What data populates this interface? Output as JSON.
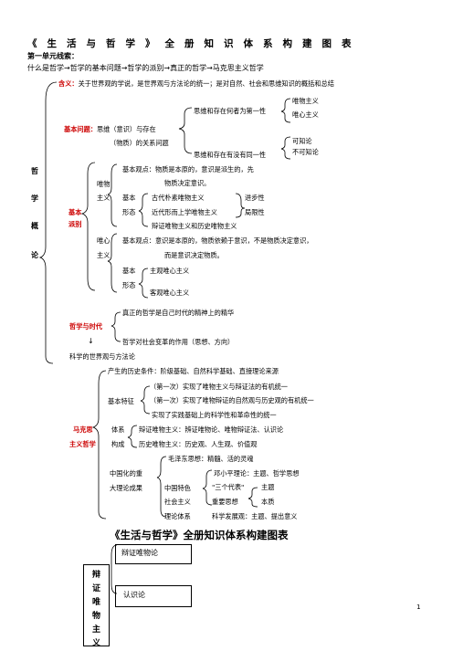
{
  "title": "《生活与哲学》全册知识体系构建图表",
  "unit_heading": "第一单元线索：",
  "clue": "什么是哲学→哲学的基本问题→哲学的派别→真正的哲学→马克思主义哲学",
  "definition_prefix": "含义：",
  "definition_text": "关于世界观的学说，是世界观与方法论的统一；是对自然、社会和思维知识的概括和总结",
  "basic_question_label": "基本问题：",
  "basic_question_text1": "思维（意识）与存在",
  "basic_question_text2": "（物质）的关系问题",
  "q_first": "思维和存在何者为第一性",
  "materialism": "唯物主义",
  "idealism": "唯心主义",
  "q_identity": "思维和存在有没有同一性",
  "knowable": "可知论",
  "unknowable": "不可知论",
  "overview_vertical": [
    "哲",
    "学",
    "概",
    "论"
  ],
  "basic_factions1": "基本",
  "basic_factions2": "派别",
  "materialism_short1": "唯物",
  "materialism_short2": "主义",
  "mat_basic_view": "基本观点：物质是本原的，意识是派生的，先",
  "mat_basic_view_cont": "物质决定意识。",
  "basic_form_label1": "基本",
  "basic_form_label2": "形态",
  "ancient_mat": "古代朴素唯物主义",
  "metaphysical_mat": "近代形而上学唯物主义",
  "dialectical_mat": "辩证唯物主义和历史唯物主义",
  "progressive": "进步性",
  "limitation": "局限性",
  "idealism_short1": "唯心",
  "idealism_short2": "主义",
  "ideal_basic_view": "基本观点：意识是本原的，物质依赖于意识，不是物质决定意识，",
  "ideal_basic_view_cont": "而是意识决定物质。",
  "ideal_form_label1": "基本",
  "ideal_form_label2": "形态",
  "subjective_ideal": "主观唯心主义",
  "objective_ideal": "客观唯心主义",
  "phil_and_era": "哲学与时代",
  "true_phil": "真正的哲学是自己时代的精神上的精华",
  "arrow_down": "↓",
  "phil_social": "哲学对社会变革的作用（思想、方向）",
  "scientific_view": "科学的世界观与方法论",
  "historical_condition": "产生的历史条件：阶级基础、自然科学基础、直接理论来源",
  "basic_features": "基本特征",
  "feature1": "（第一次）实现了唯物主义与辩证法的有机统一",
  "feature2": "（第一次）实现了唯物辩证的自然观与历史观的有机统一",
  "feature3": "实现了实践基础上的科学性和革命性的统一",
  "marxism1": "马克思",
  "marxism2": "主义哲学",
  "system_label1": "体系",
  "system_label2": "构成",
  "system1": "辩证唯物主义：辨证唯物论、唯物辩证法、认识论",
  "system2": "历史唯物主义：历史观、人生观、价值观",
  "mao_thought": "毛泽东思想：精髓、活的灵魂",
  "sinicized1": "中国化的重",
  "sinicized2": "大理论成果",
  "deng_theory": "邓小平理论：主题、哲学思想",
  "cs1": "中国特色",
  "cs2": "社会主义",
  "cs3": "理论体系",
  "three_represents": "\"三个代表\"",
  "important_thought": "重要思想",
  "theme": "主题",
  "essence": "本质",
  "sci_dev": "科学发展观：主题、提出意义",
  "second_title": "《生活与哲学》全册知识体系构建图表",
  "dialectical_materialism_vertical": [
    "辩",
    "证",
    "唯",
    "物",
    "主",
    "义"
  ],
  "dialectical_theory": "辩证唯物论",
  "epistemology": "认识论",
  "page_number": "1"
}
